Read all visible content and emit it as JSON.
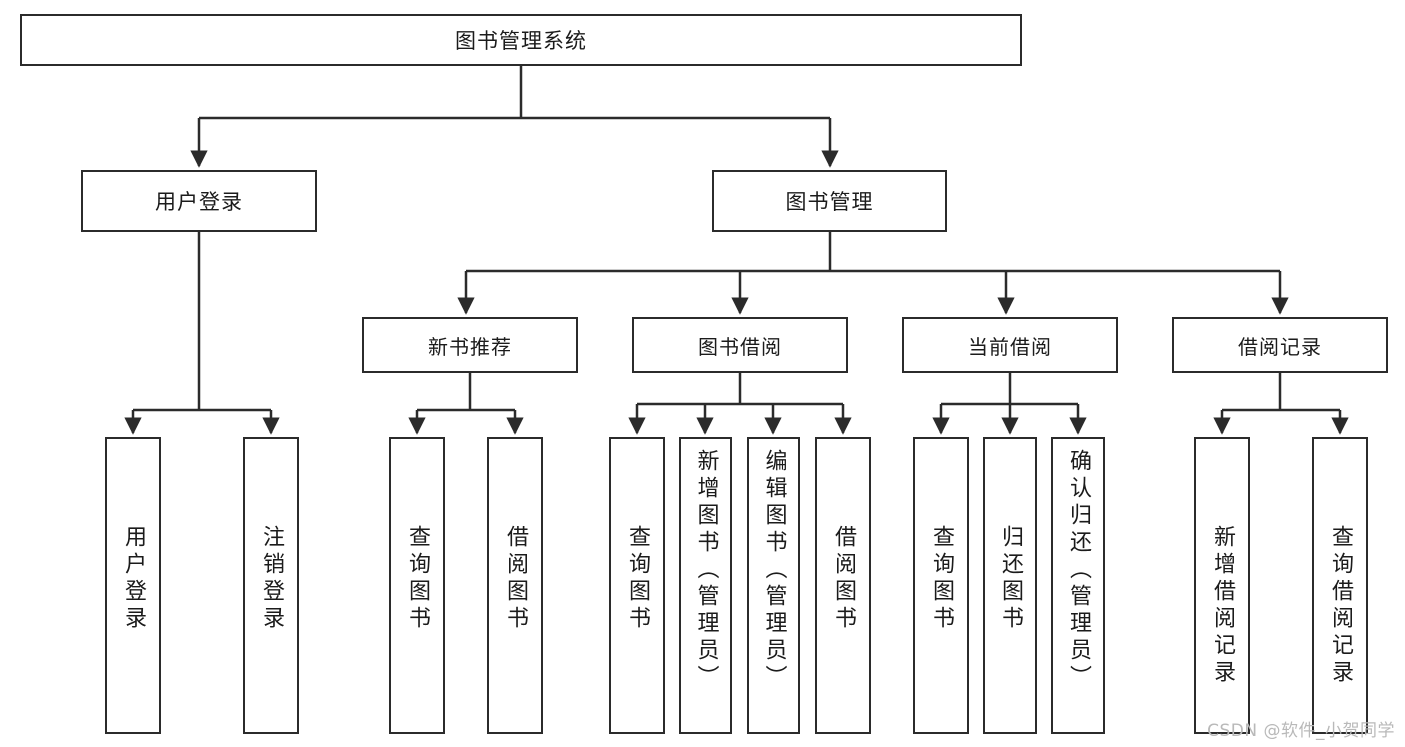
{
  "diagram": {
    "title": "图书管理系统",
    "type": "functional-structure-tree",
    "root": {
      "label": "图书管理系统"
    },
    "level2": [
      {
        "label": "用户登录"
      },
      {
        "label": "图书管理"
      }
    ],
    "level3": [
      {
        "label": "新书推荐"
      },
      {
        "label": "图书借阅"
      },
      {
        "label": "当前借阅"
      },
      {
        "label": "借阅记录"
      }
    ],
    "leaves": {
      "login": [
        {
          "label": "用户登录"
        },
        {
          "label": "注销登录"
        }
      ],
      "new_books": [
        {
          "label": "查询图书"
        },
        {
          "label": "借阅图书"
        }
      ],
      "book_borrow": [
        {
          "label": "查询图书"
        },
        {
          "label": "新增图书（管理员）"
        },
        {
          "label": "编辑图书（管理员）"
        },
        {
          "label": "借阅图书"
        }
      ],
      "current_borrow": [
        {
          "label": "查询图书"
        },
        {
          "label": "归还图书"
        },
        {
          "label": "确认归还（管理员）"
        }
      ],
      "borrow_record": [
        {
          "label": "新增借阅记录"
        },
        {
          "label": "查询借阅记录"
        }
      ]
    }
  },
  "watermark": {
    "text": "CSDN @软件_小贺同学"
  },
  "colors": {
    "stroke": "#2b2b2b",
    "fill": "#ffffff",
    "text": "#1b1b1b",
    "watermark": "#b9b9b9"
  }
}
